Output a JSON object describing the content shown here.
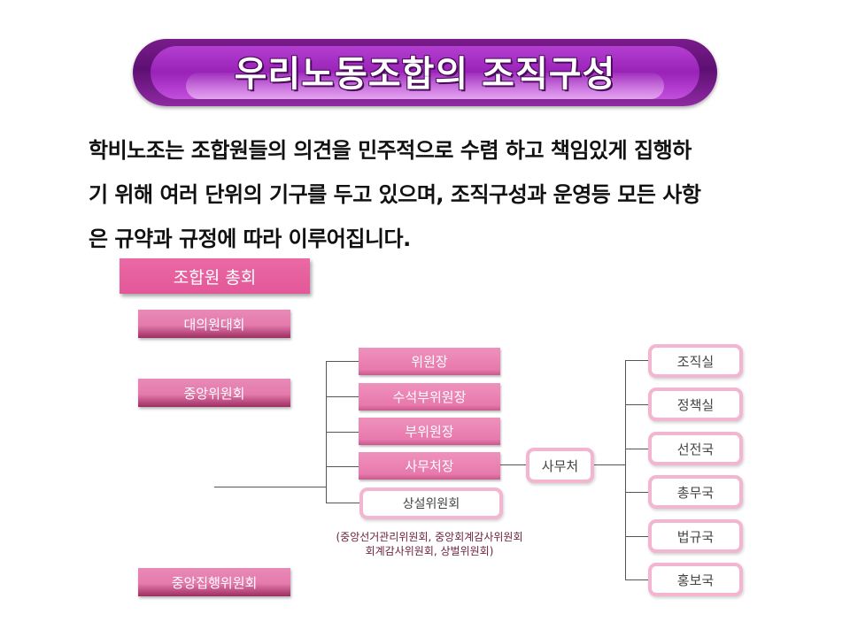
{
  "title": "우리노동조합의 조직구성",
  "intro": {
    "lines": [
      "학비노조는 조합원들의 의견을 민주적으로 수렴 하고 책임있게 집행하",
      "기 위해 여러 단위의 기구를 두고 있으며, 조직구성과 운영등 모든 사항",
      "은 규약과 규정에 따라 이루어집니다."
    ]
  },
  "org": {
    "left": {
      "general_assembly": "조합원 총회",
      "delegates": "대의원대회",
      "central_committee": "중앙위원회",
      "central_executive": "중앙집행위원회"
    },
    "middle": {
      "chair": "위원장",
      "first_vice": "수석부위원장",
      "vice": "부위원장",
      "secretary_general": "사무처장",
      "standing_committee": "상설위원회",
      "standing_note_1": "(중앙선거관리위원회, 중앙회계감사위원회",
      "standing_note_2": "회계감사위원회, 상벌위원회)"
    },
    "secretariat": "사무처",
    "departments": [
      "조직실",
      "정책실",
      "선전국",
      "총무국",
      "법규국",
      "홍보국"
    ]
  }
}
